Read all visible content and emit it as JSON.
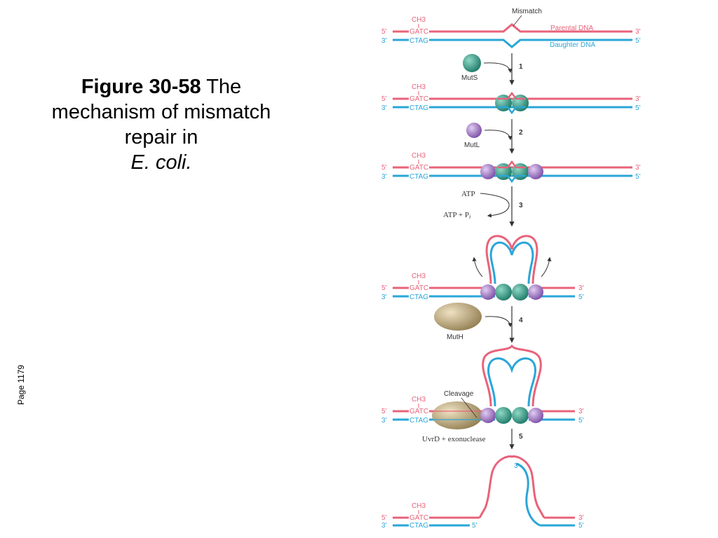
{
  "caption": {
    "figure_number": "Figure 30-58",
    "title_rest": "The mechanism of mismatch repair in",
    "organism": "E. coli."
  },
  "page_label": "Page 1179",
  "colors": {
    "parental": "#e8637a",
    "daughter": "#2aa6d8",
    "muts": "#2f9a86",
    "mutl": "#a97cc8",
    "muth": "#b8a47a"
  },
  "diagram": {
    "methyl": "CH3",
    "top_seq": "GATC",
    "bottom_seq": "CTAG",
    "end_5": "5'",
    "end_3": "3'",
    "mismatch_label": "Mismatch",
    "parental_label": "Parental DNA",
    "daughter_label": "Daughter DNA",
    "muts_label": "MutS",
    "mutl_label": "MutL",
    "muth_label": "MutH",
    "atp_label": "ATP",
    "adp_label": "ATP + P",
    "adp_sub": "i",
    "cleavage_label": "Cleavage",
    "uvrd_label": "UvrD + exonuclease",
    "steps": [
      "1",
      "2",
      "3",
      "4",
      "5"
    ]
  }
}
